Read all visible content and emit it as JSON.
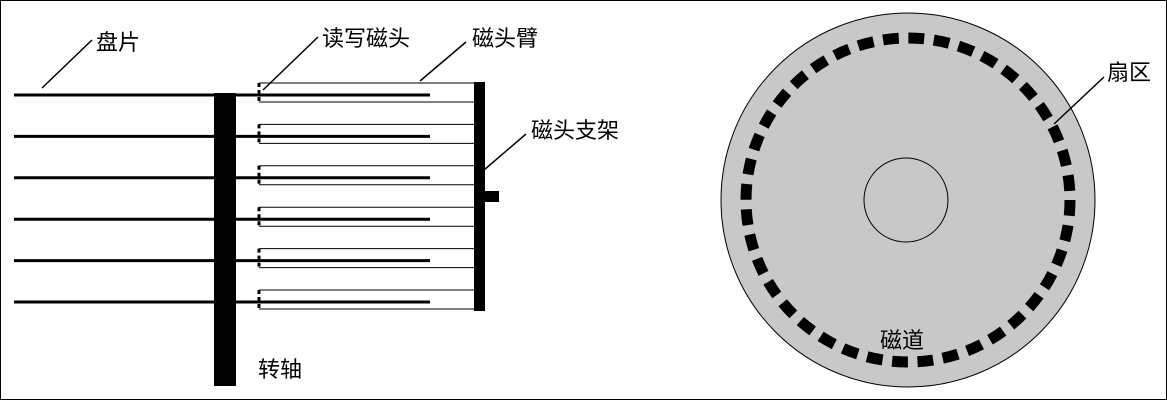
{
  "labels": {
    "platter": "盘片",
    "read_write_head": "读写磁头",
    "head_arm": "磁头臂",
    "head_bracket": "磁头支架",
    "spindle": "转轴",
    "sector": "扇区",
    "track": "磁道"
  },
  "colors": {
    "ink": "#000000",
    "disk_fill": "#c8c8c8",
    "background": "#ffffff"
  },
  "structure": {
    "platter_count": 6,
    "sector_segment_count": 40
  }
}
